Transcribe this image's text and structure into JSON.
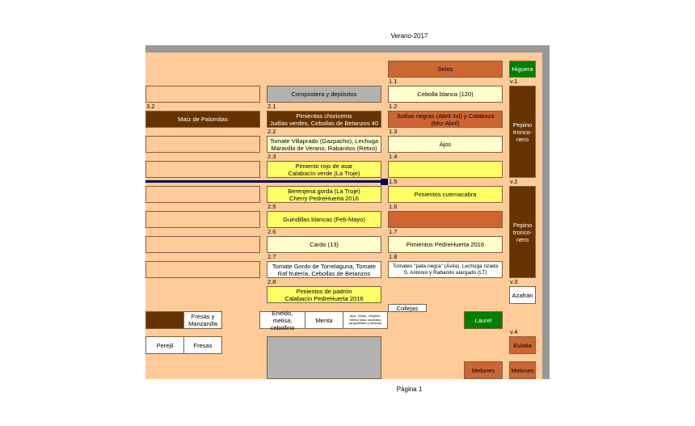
{
  "title": "Verano-2017",
  "footer": "Página 1",
  "section_labels": {
    "s32": "3.2",
    "s21": "2.1",
    "s22": "2.2",
    "s23": "2.3",
    "s25": "2.5",
    "s26": "2.6",
    "s27": "2.7",
    "s28": "2.8",
    "s11": "1.1",
    "s12": "1.2",
    "s13": "1.3",
    "s14": "1.4",
    "s15": "1.5",
    "s16": "1.6",
    "s17": "1.7",
    "s18": "1.8",
    "v1": "v.1",
    "v2": "v.2",
    "v3": "v.3",
    "v4": "v.4"
  },
  "left_column": {
    "maiz": "Maíz de Palomitas",
    "fresas_manzanilla": "Fresas y\nManzanilla",
    "perejil": "Perejil",
    "fresas": "Fresas"
  },
  "middle_column": {
    "compostera": "Compostera y depósitos",
    "b21": "Pimientos choriceros\nJudías verdes, Cebollas de Betanzos 40",
    "b22": "Tomate Villaprado (Gazpacho), Lechuga\nMaravilla de Verano, Rabanitos (Retiro)",
    "b23": "Pimiento rojo de asar\nCalabacín verde (La Troje)",
    "b24": "Berenjena gorda (La Troje)\nCherry PedreHuerta 2016",
    "b25": "Guindillas blancas (Feb-Mayo)",
    "b26": "Cardo (13)",
    "b27": "Tomate Gordo de Torrelaguna, Tomate\nRaf frutería, Cebollas de Betanzos",
    "b28": "Pimientos de padrón\nCalabacín PedreHuerta 2016",
    "eneldo": "Eneldo, melisa,\ncebollino",
    "menta": "Menta",
    "ajos_hinojo": "Ajos, hinojo, orégano,\nhierba luisa, lavandas\n(angustifolia y dentata)"
  },
  "right_column": {
    "setos": "Setos",
    "b11": "Cebolla blanca (120)",
    "b12": "Judías negras (Abril-Jul) y Calabaza\n(Mrz-Abril)",
    "b13": "Ajos",
    "b14": "",
    "b15": "Pimientos cuernacabra",
    "b16": "",
    "b17": "Pimientos PedreHuerta 2016",
    "b18": "Tomates \"pata negra\" (Ávila), Lechuga rizada\nS. Antonio y Rabanito alargado (LT)",
    "collejas": "Collejas",
    "laurel": "Laurel",
    "melones": "Melones"
  },
  "far_right_column": {
    "higuera": "Higuera",
    "pepino1": "Pepino\ntronco-\nnero",
    "pepino2": "Pepino\ntronco-\nnero",
    "azafran": "Azafrán",
    "eulalia": "Eulalia",
    "melones": "Melones"
  }
}
